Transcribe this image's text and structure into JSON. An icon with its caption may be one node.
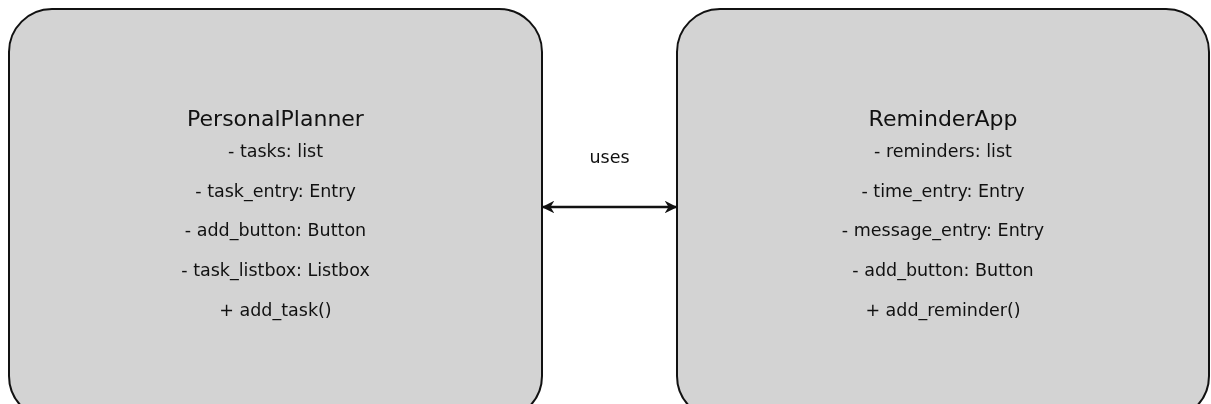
{
  "diagram": {
    "nodes": [
      {
        "text": [
          "PersonalPlanner",
          "- tasks: list",
          "- task_entry: Entry",
          "- add_button: Button",
          "- task_listbox: Listbox",
          "+ add_task()"
        ]
      },
      {
        "text": [
          "ReminderApp",
          "- reminders: list",
          "- time_entry: Entry",
          "- message_entry: Entry",
          "- add_button: Button",
          "+ add_reminder()"
        ]
      }
    ],
    "edges": [
      {
        "from": 0,
        "to": 1,
        "arrow": "both",
        "label": "uses"
      }
    ]
  }
}
